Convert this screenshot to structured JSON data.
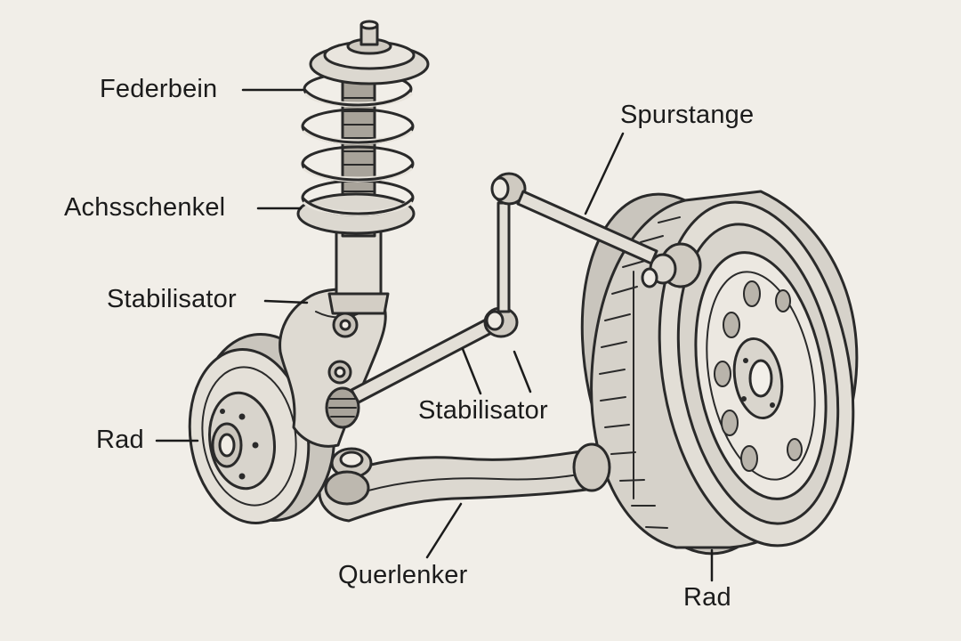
{
  "labels": {
    "federbein": "Federbein",
    "achsschenkel": "Achsschenkel",
    "stabilisator_left": "Stabilisator",
    "rad_left": "Rad",
    "spurstange": "Spurstange",
    "stabilisator_center": "Stabilisator",
    "querlenker": "Querlenker",
    "rad_right": "Rad"
  },
  "colors": {
    "background": "#f1eee8",
    "outline": "#2a2a2a",
    "metal_light": "#e6e2da",
    "metal_mid": "#cfcac1",
    "metal_dark": "#9f9a92",
    "tire": "#d2cec6"
  }
}
